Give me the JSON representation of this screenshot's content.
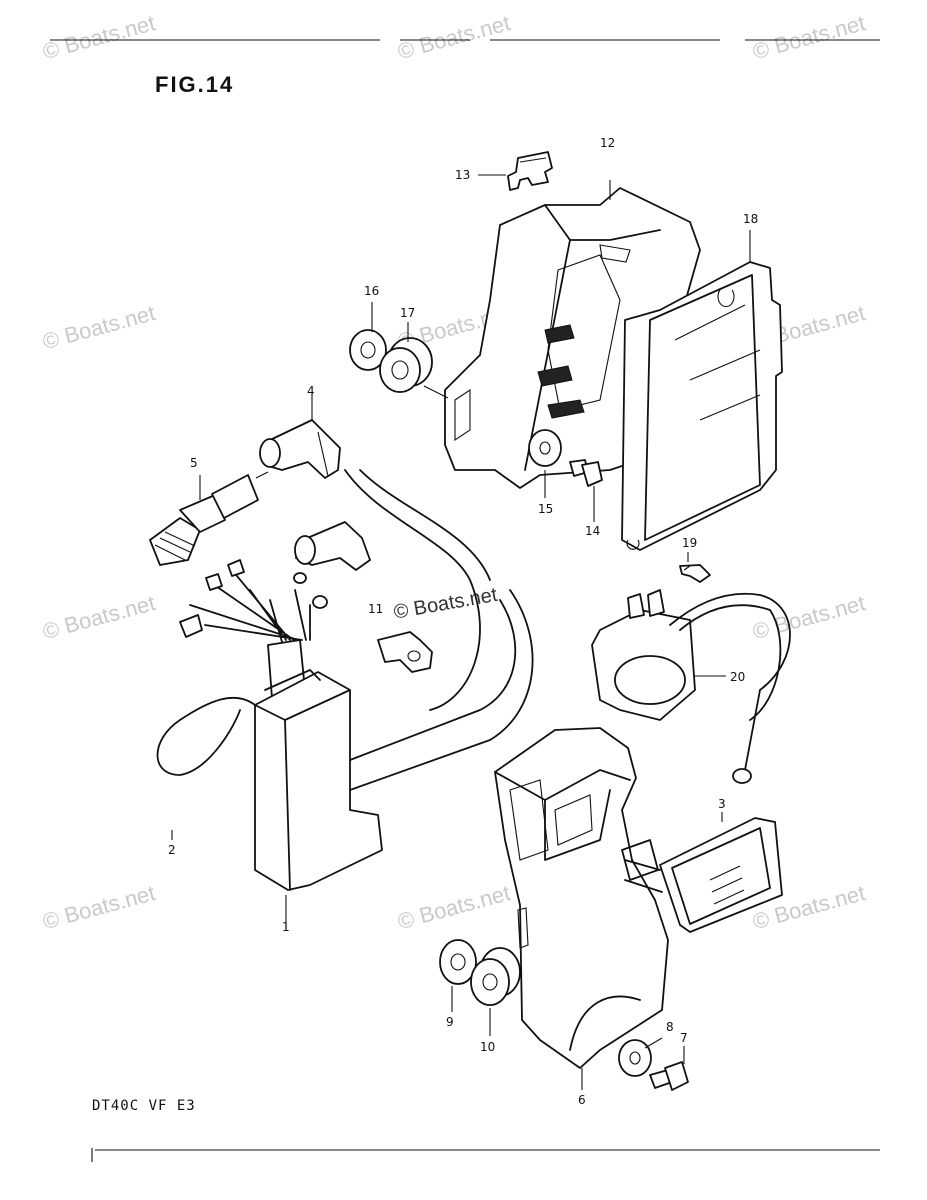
{
  "figure": {
    "title": "FIG.14",
    "model_code": "DT40C VF E3"
  },
  "watermark": {
    "text": "© Boats.net"
  },
  "callouts": {
    "c1": "1",
    "c2": "2",
    "c3": "3",
    "c4": "4",
    "c5": "5",
    "c6": "6",
    "c7": "7",
    "c8": "8",
    "c9": "9",
    "c10": "10",
    "c11": "11",
    "c12": "12",
    "c13": "13",
    "c14": "14",
    "c15": "15",
    "c16": "16",
    "c17": "17",
    "c18": "18",
    "c19": "19",
    "c20": "20"
  }
}
